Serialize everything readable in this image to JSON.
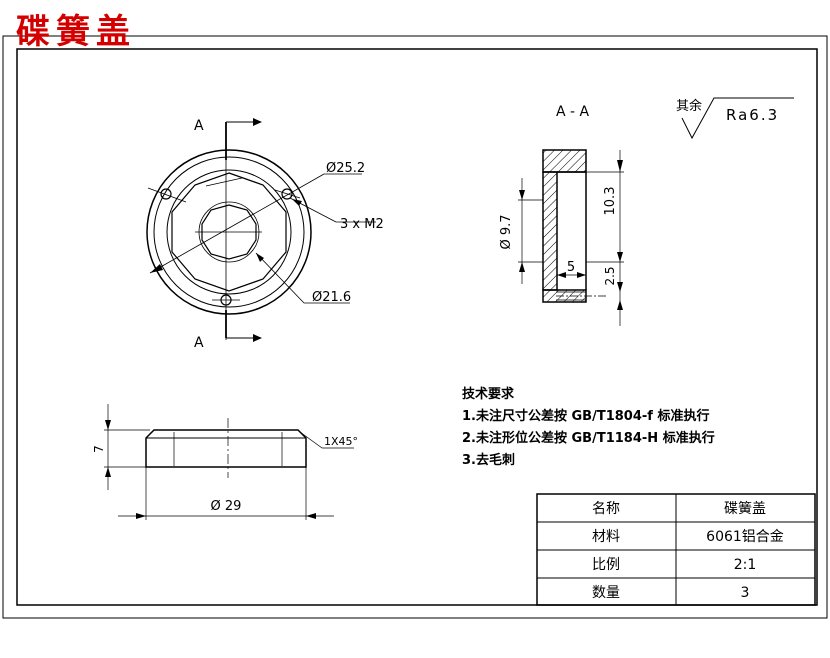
{
  "drawing_title": "碟簧盖",
  "section_label_top": "A",
  "section_label_bottom": "A",
  "section_view_label": "A - A",
  "surface_finish": {
    "prefix": "其余",
    "value": "Ra6.3"
  },
  "dimensions": {
    "hole_circle": "Ø25.2",
    "holes": "3 x M2",
    "inner_diameter": "Ø21.6",
    "bore": "Ø 9.7",
    "height_10_3": "10.3",
    "width_5": "5",
    "height_2_5": "2.5",
    "thickness_7": "7",
    "outer_diameter": "Ø 29",
    "chamfer": "1X45°"
  },
  "tech_requirements": {
    "title": "技术要求",
    "items": [
      "1.未注尺寸公差按 GB/T1804-f 标准执行",
      "2.未注形位公差按 GB/T1184-H 标准执行",
      "3.去毛刺"
    ]
  },
  "title_block": [
    {
      "label": "名称",
      "value": "碟簧盖"
    },
    {
      "label": "材料",
      "value": "6061铝合金"
    },
    {
      "label": "比例",
      "value": "2:1"
    },
    {
      "label": "数量",
      "value": "3"
    }
  ]
}
